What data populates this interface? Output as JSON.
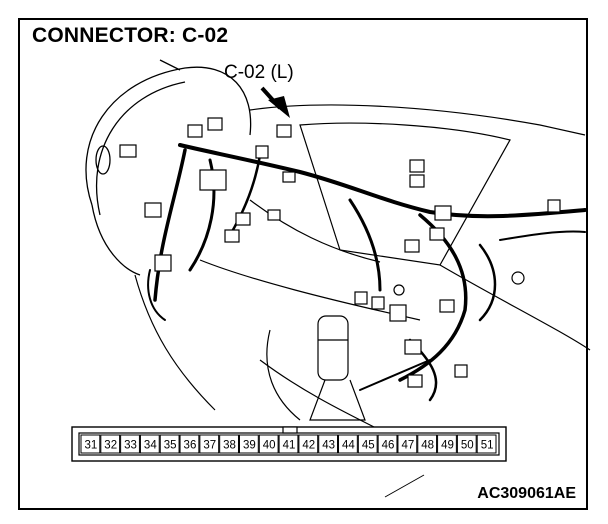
{
  "diagram": {
    "title": "CONNECTOR: C-02",
    "callout_label": "C-02 (L)",
    "reference_code": "AC309061AE",
    "connector_pins": [
      "31",
      "32",
      "33",
      "34",
      "35",
      "36",
      "37",
      "38",
      "39",
      "40",
      "41",
      "42",
      "43",
      "44",
      "45",
      "46",
      "47",
      "48",
      "49",
      "50",
      "51"
    ]
  }
}
